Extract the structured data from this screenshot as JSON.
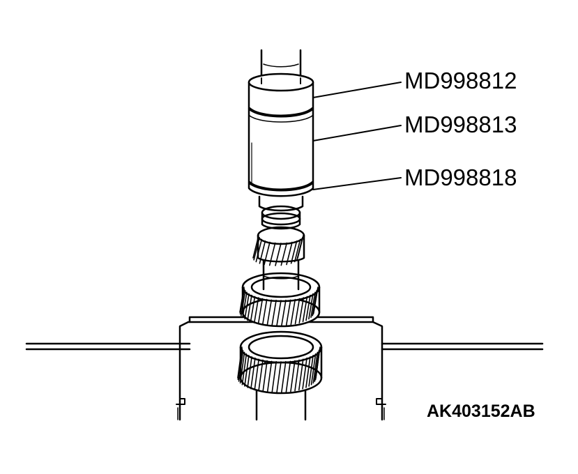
{
  "callouts": {
    "tool_1": "MD998812",
    "tool_2": "MD998813",
    "tool_3": "MD998818"
  },
  "figure_code": "AK403152AB",
  "colors": {
    "ink": "#000000",
    "paper": "#ffffff"
  }
}
